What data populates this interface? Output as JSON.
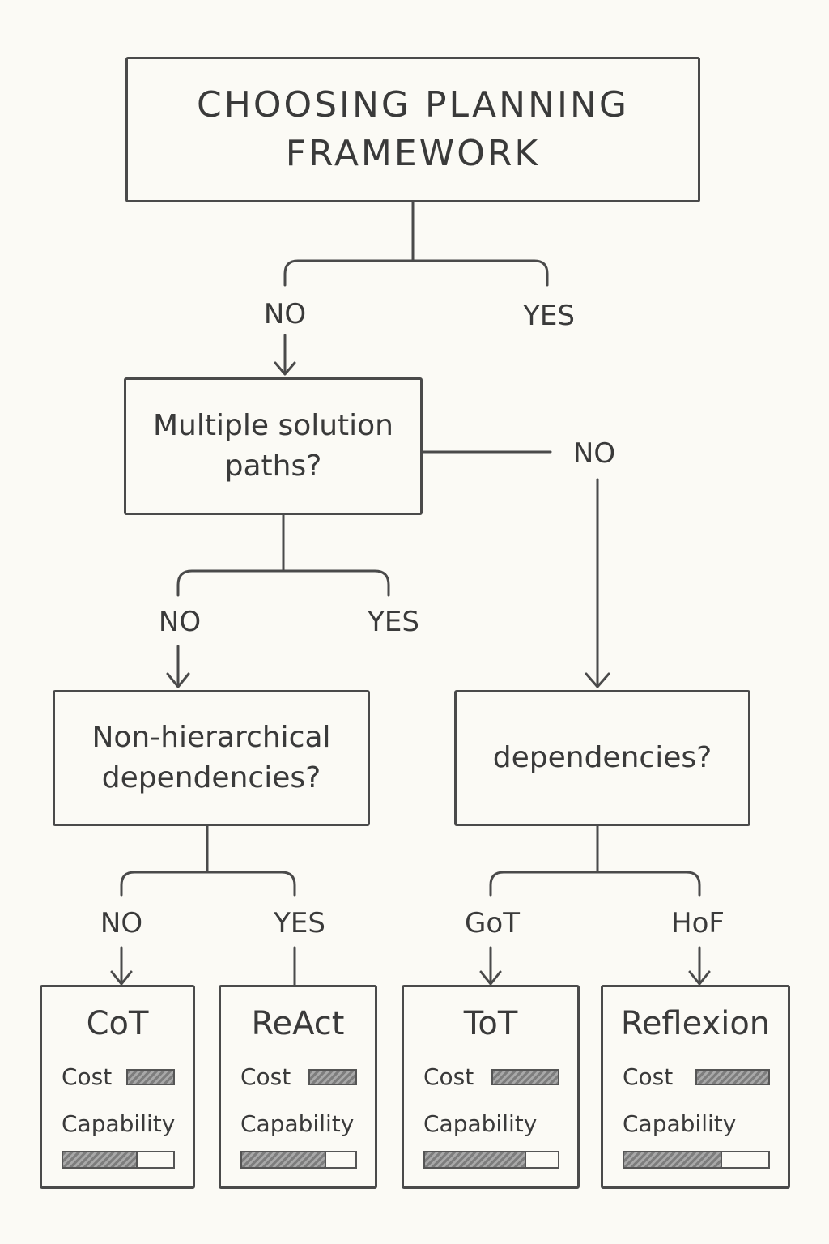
{
  "title": "CHOOSING PLANNING FRAMEWORK",
  "nodes": {
    "q_multiple": "Multiple solution paths?",
    "q_nonhier": "Non-hierarchical dependencies?",
    "q_dependencies": "dependencies?"
  },
  "edge_labels": {
    "top_no": "NO",
    "top_yes": "YES",
    "multiple_no_right": "NO",
    "multiple_no": "NO",
    "multiple_yes": "YES",
    "nonhier_no": "NO",
    "nonhier_yes": "YES",
    "dep_got": "GoT",
    "dep_hof": "HoF"
  },
  "results": [
    {
      "name": "CoT",
      "cost_label": "Cost",
      "capability_label": "Capability",
      "capability_fraction": 0.68
    },
    {
      "name": "ReAct",
      "cost_label": "Cost",
      "capability_label": "Capability",
      "capability_fraction": 0.74
    },
    {
      "name": "ToT",
      "cost_label": "Cost",
      "capability_label": "Capability",
      "capability_fraction": 0.76
    },
    {
      "name": "Reflexion",
      "cost_label": "Cost",
      "capability_label": "Capability",
      "capability_fraction": 0.68
    }
  ],
  "colors": {
    "background": "#fbfaf5",
    "ink": "#4a4a4a",
    "bar_fill": "#8c8c8c"
  }
}
